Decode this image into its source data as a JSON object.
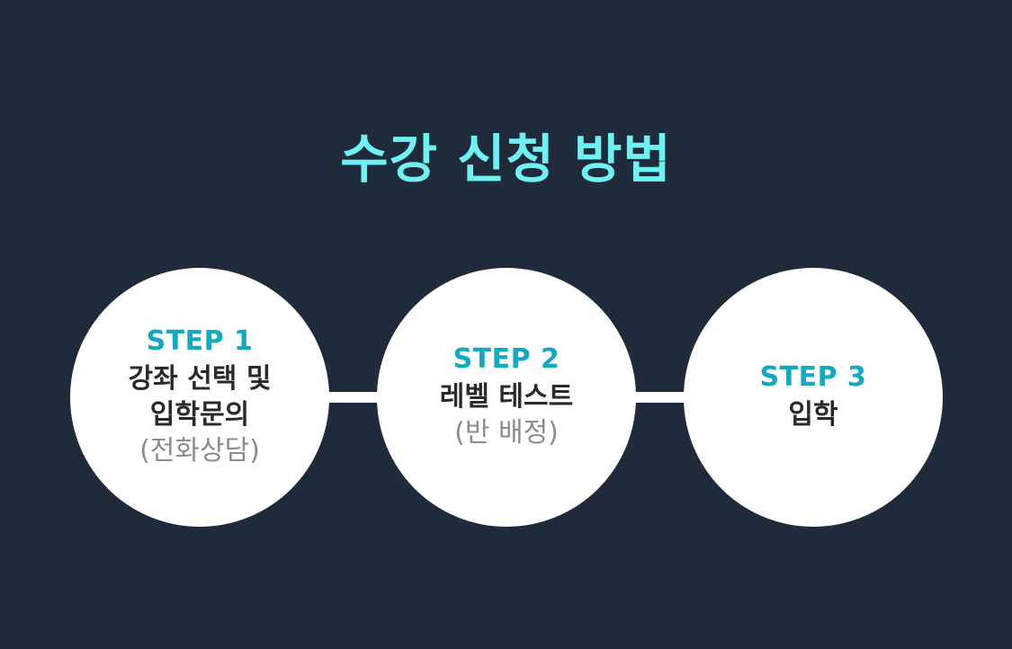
{
  "title": "수강 신청 방법",
  "steps": [
    {
      "label": "STEP 1",
      "lines": [
        "강좌 선택 및",
        "입학문의"
      ],
      "note": "(전화상담)"
    },
    {
      "label": "STEP 2",
      "lines": [
        "레벨 테스트"
      ],
      "note": "(반 배정)"
    },
    {
      "label": "STEP 3",
      "lines": [
        "입학"
      ],
      "note": ""
    }
  ],
  "colors": {
    "background": "#1f2a3a",
    "title": "#6ff0f2",
    "step_label": "#13a9bf",
    "step_text": "#2a2a2a",
    "step_note": "#8c8c8c",
    "circle": "#ffffff"
  }
}
